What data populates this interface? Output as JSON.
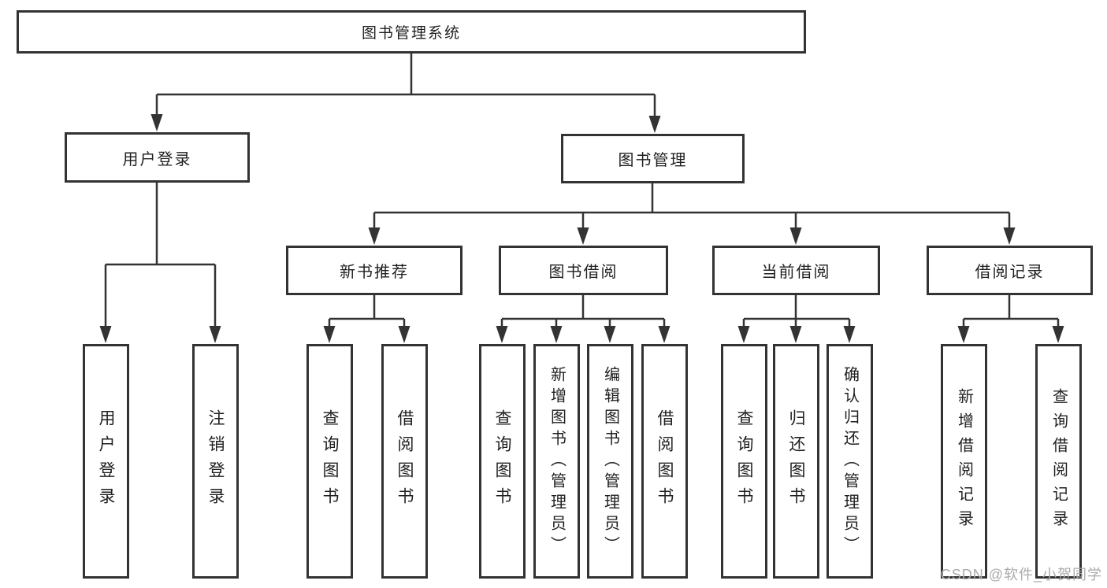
{
  "diagram": {
    "title": "图书管理系统",
    "nodes": {
      "root": "图书管理系统",
      "level2": [
        "用户登录",
        "图书管理"
      ],
      "level3": [
        "新书推荐",
        "图书借阅",
        "当前借阅",
        "借阅记录"
      ],
      "leaves": [
        "用户登录",
        "注销登录",
        "查询图书",
        "借阅图书",
        "查询图书",
        "新增图书（管理员）",
        "编辑图书（管理员）",
        "借阅图书",
        "查询图书",
        "归还图书",
        "确认归还（管理员）",
        "新增借阅记录",
        "查询借阅记录"
      ]
    },
    "watermark": "CSDN @软件_小贺同学",
    "colors": {
      "line": "#333333",
      "border": "#333333",
      "text": "#1f1f1f",
      "watermark": "#ababab",
      "background": "#ffffff"
    }
  }
}
